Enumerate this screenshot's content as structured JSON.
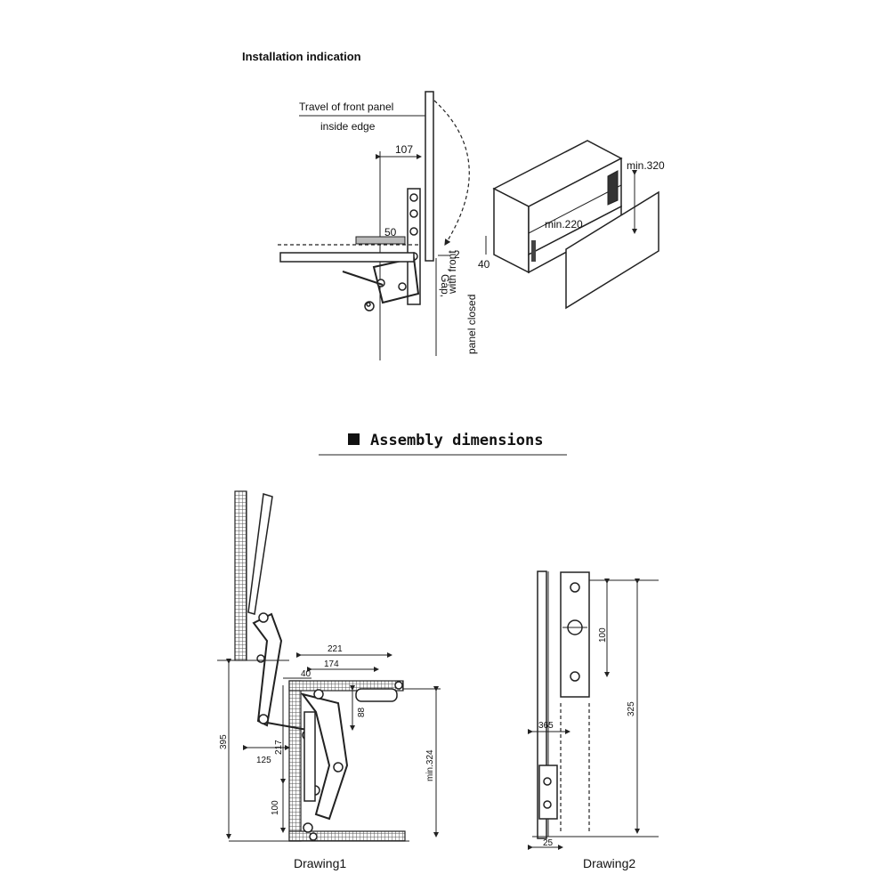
{
  "installation": {
    "title": "Installation indication",
    "travel_line1": "Travel of front panel",
    "travel_line2": "inside edge",
    "dim_107": "107",
    "dim_50": "50",
    "dim_2": "2",
    "gap_line1": "Gap,",
    "gap_line2": "with front",
    "gap_line3": "panel closed",
    "min_320": "min.320",
    "min_220": "min.220",
    "dim_40": "40"
  },
  "assembly": {
    "title": "Assembly dimensions",
    "drawing1": {
      "caption": "Drawing1",
      "d221": "221",
      "d174": "174",
      "d40": "40",
      "d88": "88",
      "d395": "395",
      "d125": "125",
      "d217": "217",
      "d100": "100",
      "dmin324": "min.324"
    },
    "drawing2": {
      "caption": "Drawing2",
      "d100": "100",
      "d325": "325",
      "d365": "365",
      "d25": "25"
    }
  }
}
